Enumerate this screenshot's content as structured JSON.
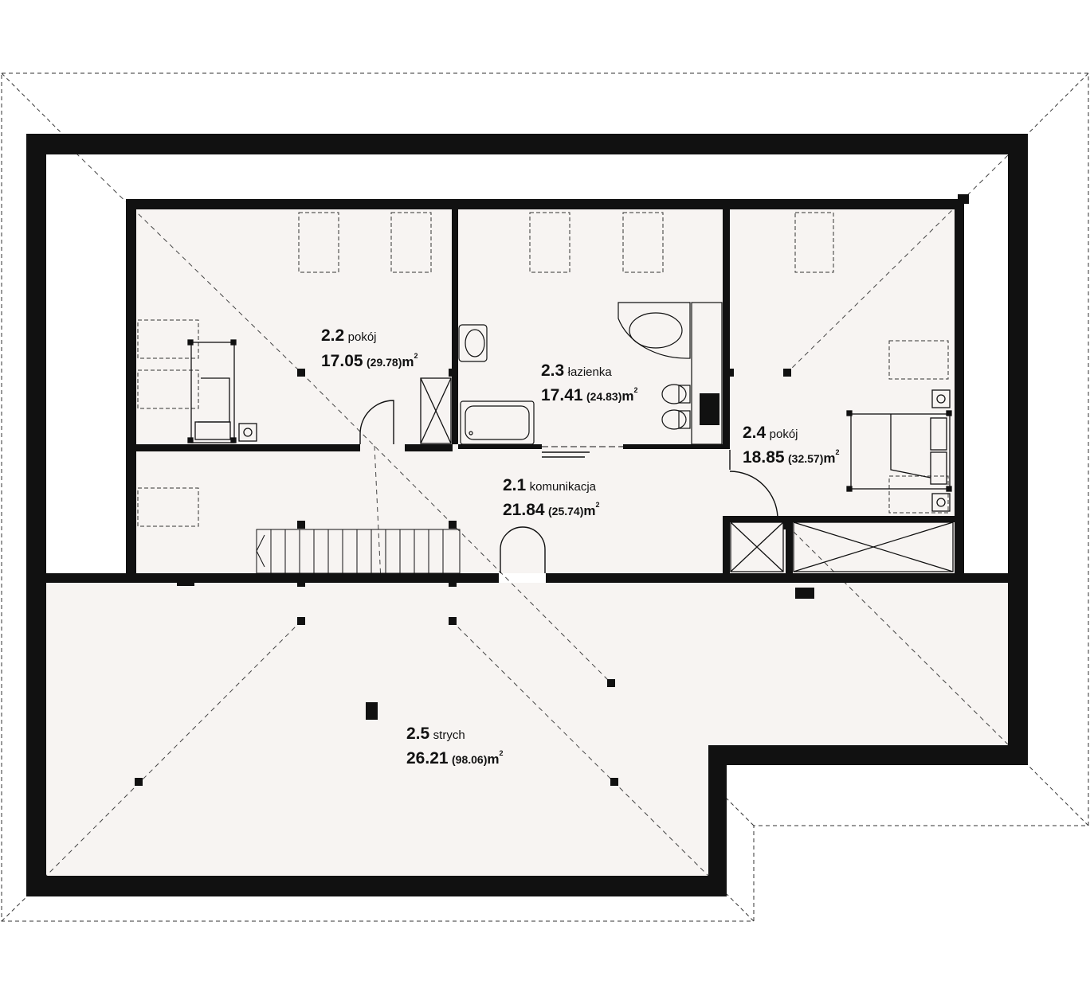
{
  "rooms": [
    {
      "number": "2.2",
      "name": "pokój",
      "area": "17.05",
      "gross": "(29.78)",
      "unit": "m",
      "sup": "2"
    },
    {
      "number": "2.3",
      "name": "łazienka",
      "area": "17.41",
      "gross": "(24.83)",
      "unit": "m",
      "sup": "2"
    },
    {
      "number": "2.4",
      "name": "pokój",
      "area": "18.85",
      "gross": "(32.57)",
      "unit": "m",
      "sup": "2"
    },
    {
      "number": "2.1",
      "name": "komunikacja",
      "area": "21.84",
      "gross": "(25.74)",
      "unit": "m",
      "sup": "2"
    },
    {
      "number": "2.5",
      "name": "strych",
      "area": "26.21",
      "gross": "(98.06)",
      "unit": "m",
      "sup": "2"
    }
  ]
}
